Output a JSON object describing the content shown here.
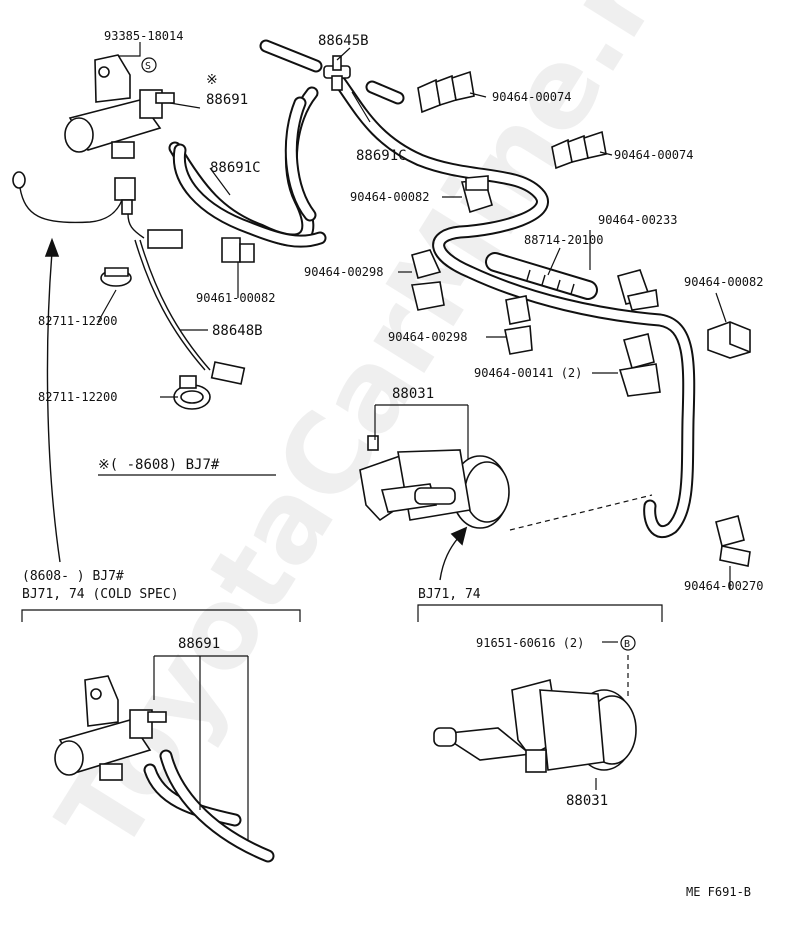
{
  "diagram": {
    "watermark": "ToyotaCarMine.ru",
    "ref_code": "ME  F691-B",
    "note_main": "※(      -8608) BJ7#",
    "section_cold": {
      "line1": "(8608-      ) BJ7#",
      "line2": "BJ71, 74 (COLD SPEC)"
    },
    "section_bj": {
      "line1": "BJ71, 74"
    },
    "parts": {
      "p93385": "93385-18014",
      "p88645b": "88645B",
      "p88691_mark": "※",
      "p88691": "88691",
      "p90464_74_a": "90464-00074",
      "p88691c_a": "88691C",
      "p88691c_b": "88691C",
      "p90464_74_b": "90464-00074",
      "p90464_82_a": "90464-00082",
      "p90464_233": "90464-00233",
      "p88714": "88714-20100",
      "p90464_298_a": "90464-00298",
      "p90464_82_b": "90464-00082",
      "p90461": "90461-00082",
      "p82711_a": "82711-12200",
      "p88648b": "88648B",
      "p90464_298_b": "90464-00298",
      "p90464_141": "90464-00141 (2)",
      "p82711_b": "82711-12200",
      "p88031_a": "88031",
      "p90464_270": "90464-00270",
      "p88691_b": "88691",
      "p91651": "91651-60616 (2)",
      "p88031_b": "88031"
    },
    "markers": {
      "s": "S",
      "b": "B"
    }
  }
}
